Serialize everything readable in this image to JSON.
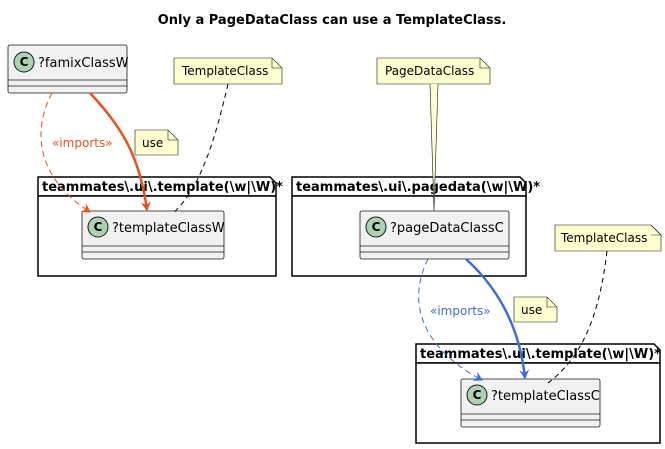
{
  "title": "Only a PageDataClass can use a TemplateClass.",
  "packages": {
    "template_left": "teammates\\.ui\\.template(\\w|\\W)*",
    "pagedata": "teammates\\.ui\\.pagedata(\\w|\\W)*",
    "template_right": "teammates\\.ui\\.template(\\w|\\W)*"
  },
  "classes": {
    "famix": "?famixClassW",
    "template_w": "?templateClassW",
    "pagedata_c": "?pageDataClassC",
    "template_c": "?templateClassC",
    "badge": "C"
  },
  "notes": {
    "template_left": "TemplateClass",
    "pagedata": "PageDataClass",
    "template_right": "TemplateClass",
    "use_left": "use",
    "use_right": "use"
  },
  "labels": {
    "imports_left": "«imports»",
    "imports_right": "«imports»"
  },
  "colors": {
    "orange": "#E8501C",
    "blue": "#4169E1",
    "class_fill": "#F1F1F1",
    "class_border": "#181818",
    "note_fill": "#FEFECE",
    "badge_fill": "#ADD1B2"
  }
}
